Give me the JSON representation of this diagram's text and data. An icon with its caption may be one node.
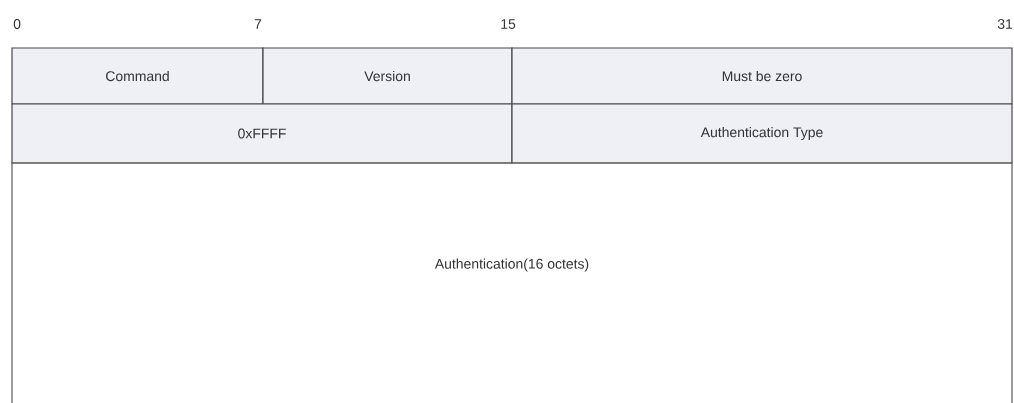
{
  "diagram": {
    "nodes": [
      {
        "text": [
          "Command"
        ]
      },
      {
        "text": [
          "Version"
        ]
      },
      {
        "text": [
          "Must be zero"
        ]
      },
      {
        "text": [
          "0xFFFF"
        ]
      },
      {
        "text": [
          "Authentication Type"
        ]
      },
      {
        "text": [
          "Authentication(16 octets)"
        ]
      }
    ],
    "labels": [
      "0",
      "7",
      "15",
      "31"
    ]
  }
}
